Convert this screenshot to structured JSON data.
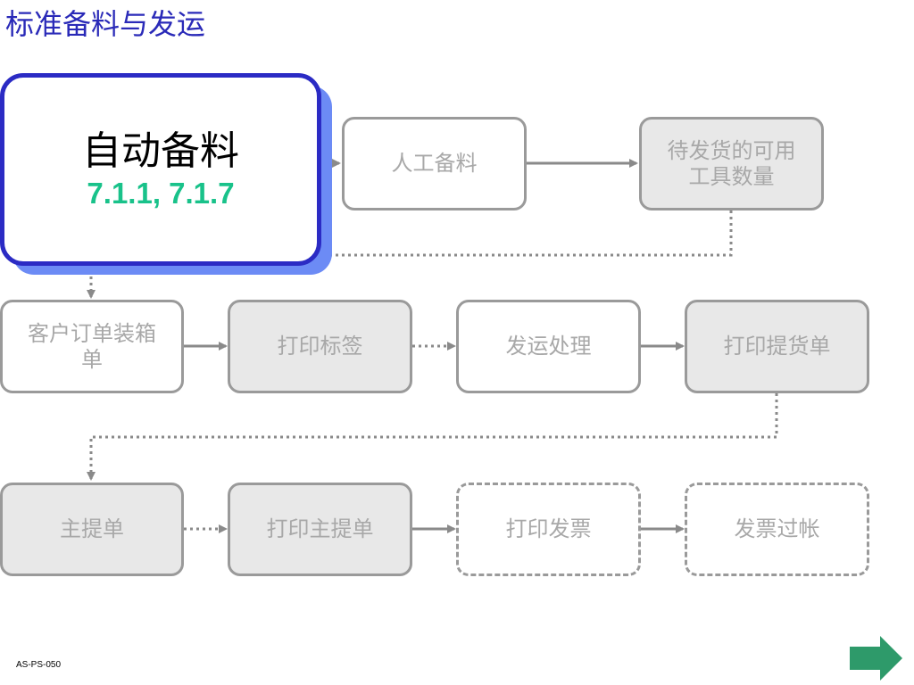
{
  "page": {
    "title": "标准备料与发运",
    "footer": "AS-PS-050"
  },
  "main_box": {
    "title": "自动备料",
    "subtitle": "7.1.1, 7.1.7"
  },
  "nodes": {
    "manual_picking": "人工备料",
    "available_tools": "待发货的可用\n工具数量",
    "customer_order_packing": "客户订单装箱\n单",
    "print_labels": "打印标签",
    "shipping_processing": "发运处理",
    "print_bill_of_lading": "打印提货单",
    "master_bill": "主提单",
    "print_master_bill": "打印主提单",
    "print_invoice": "打印发票",
    "invoice_posting": "发票过帐"
  },
  "colors": {
    "title": "#2a2ab8",
    "main_border": "#2b2bc4",
    "main_shadow": "#6c8bf5",
    "subtitle": "#19c28a",
    "node_border": "#9a9a9a",
    "node_text": "#a8a8a8",
    "node_fill_gray": "#e8e8e8",
    "next_arrow": "#2e9a6a"
  },
  "icons": {
    "next": "right-arrow-icon"
  }
}
